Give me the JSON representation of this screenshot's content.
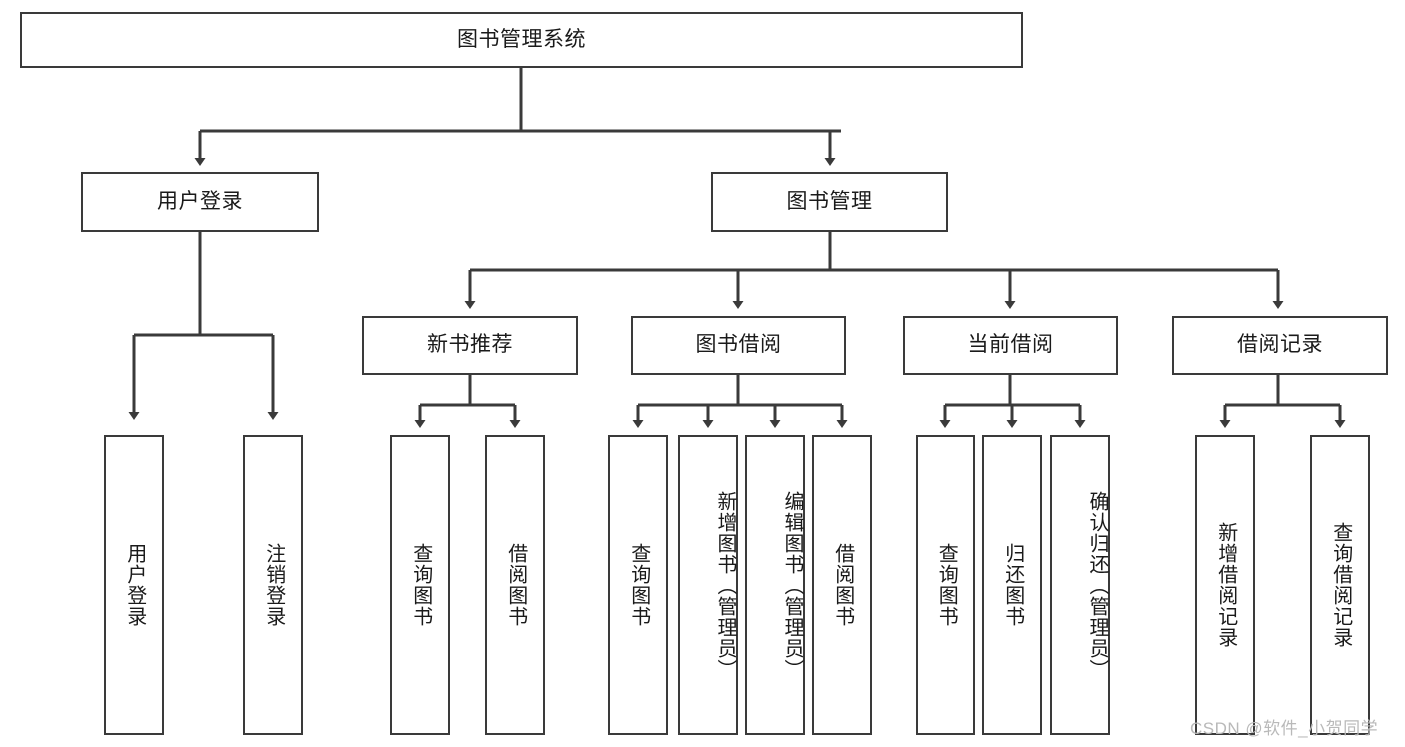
{
  "diagram": {
    "type": "tree-hierarchy",
    "title": "图书管理系统",
    "root": {
      "label": "图书管理系统",
      "orientation": "horizontal"
    },
    "level2": [
      {
        "label": "用户登录",
        "orientation": "horizontal"
      },
      {
        "label": "图书管理",
        "orientation": "horizontal"
      }
    ],
    "level3": [
      {
        "label": "新书推荐",
        "orientation": "horizontal",
        "parent": "图书管理"
      },
      {
        "label": "图书借阅",
        "orientation": "horizontal",
        "parent": "图书管理"
      },
      {
        "label": "当前借阅",
        "orientation": "horizontal",
        "parent": "图书管理"
      },
      {
        "label": "借阅记录",
        "orientation": "horizontal",
        "parent": "图书管理"
      }
    ],
    "leaves": [
      {
        "label": "用户登录",
        "orientation": "vertical",
        "parent": "用户登录"
      },
      {
        "label": "注销登录",
        "orientation": "vertical",
        "parent": "用户登录"
      },
      {
        "label": "查询图书",
        "orientation": "vertical",
        "parent": "新书推荐"
      },
      {
        "label": "借阅图书",
        "orientation": "vertical",
        "parent": "新书推荐"
      },
      {
        "label": "查询图书",
        "orientation": "vertical",
        "parent": "图书借阅"
      },
      {
        "label": "新增图书（管理员）",
        "orientation": "vertical",
        "parent": "图书借阅"
      },
      {
        "label": "编辑图书（管理员）",
        "orientation": "vertical",
        "parent": "图书借阅"
      },
      {
        "label": "借阅图书",
        "orientation": "vertical",
        "parent": "图书借阅"
      },
      {
        "label": "查询图书",
        "orientation": "vertical",
        "parent": "当前借阅"
      },
      {
        "label": "归还图书",
        "orientation": "vertical",
        "parent": "当前借阅"
      },
      {
        "label": "确认归还（管理员）",
        "orientation": "vertical",
        "parent": "当前借阅"
      },
      {
        "label": "新增借阅记录",
        "orientation": "vertical",
        "parent": "借阅记录"
      },
      {
        "label": "查询借阅记录",
        "orientation": "vertical",
        "parent": "借阅记录"
      }
    ],
    "colors": {
      "border": "#3a3a3a",
      "background": "#ffffff",
      "text": "#1a1a1a",
      "watermark": "#b9b9b9"
    }
  },
  "watermark": {
    "text": "CSDN @软件_小贺同学"
  }
}
